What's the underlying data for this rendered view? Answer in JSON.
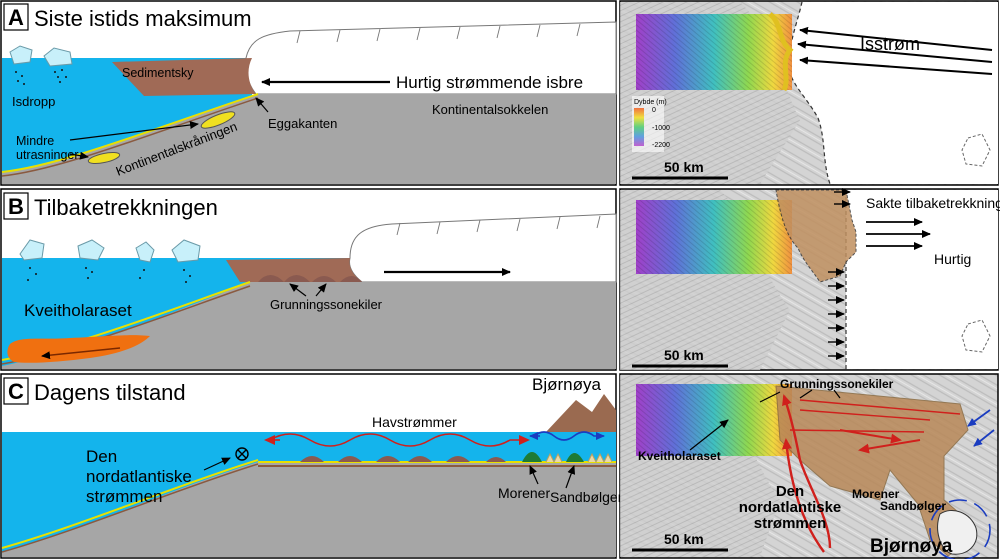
{
  "panels": [
    {
      "letter": "A",
      "title": "Siste istids maksimum",
      "labels": {
        "sediment": "Sedimentsky",
        "dropstones": "Isdropp",
        "slides": "Mindre\nutrasninger",
        "slope": "Kontinentalskråningen",
        "shelf_edge": "Eggakanten",
        "shelf": "Kontinentalsokkelen",
        "stream": "Hurtig strømmende isbre"
      },
      "map": {
        "ice_stream": "Isstrøm",
        "legend_title": "Dybde (m)",
        "legend_ticks": [
          "0",
          "-1000",
          "-2200"
        ],
        "scale": "50 km"
      }
    },
    {
      "letter": "B",
      "title": "Tilbaketrekkningen",
      "labels": {
        "slide": "Kveitholaraset",
        "wedges": "Grunningssonekiler"
      },
      "map": {
        "slow": "Sakte tilbaketrekkning",
        "fast": "Hurtig",
        "scale": "50 km"
      }
    },
    {
      "letter": "C",
      "title": "Dagens tilstand",
      "labels": {
        "current": "Den\nnordatlantiske\nstrømmen",
        "ocean_currents": "Havstrømmer",
        "island": "Bjørnøya",
        "moraines": "Morener",
        "sandwaves": "Sandbølger"
      },
      "map": {
        "wedges": "Grunningssonekiler",
        "slide": "Kveitholaraset",
        "current": "Den\nnordatlantiske\nstrømmen",
        "moraines": "Morener",
        "sandwaves": "Sandbølger",
        "island": "Bjørnøya",
        "scale": "50 km"
      }
    }
  ],
  "colors": {
    "sea": "#14b4ec",
    "seafloor": "#a6a6a6",
    "sediment": "#a06a56",
    "slide": "#f07010",
    "ice": "#ffffff",
    "current_arrow": "#d0201c",
    "moraine": "#1e7b34",
    "sand": "#e8d8a8",
    "map_ice_shade": "#b88858"
  }
}
